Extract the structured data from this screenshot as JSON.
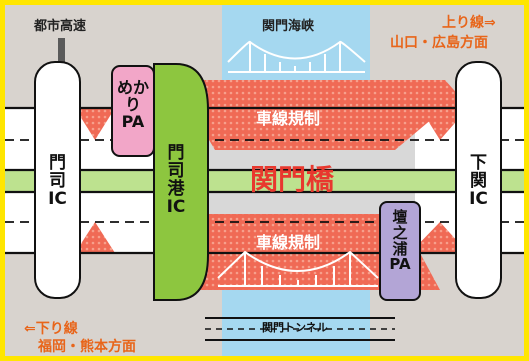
{
  "title": {
    "text": "関門橋",
    "color": "#E8382E"
  },
  "labels": {
    "urban_expressway": "都市高速",
    "strait": "関門海峡",
    "tunnel": "関門トンネル",
    "restriction_top": "車線規制",
    "restriction_bottom": "車線規制"
  },
  "directions": {
    "up_line": "上り線⇒",
    "up_dest": "山口・広島方面",
    "down_line": "⇐下り線",
    "down_dest": "福岡・熊本方面",
    "color": "#E8651A"
  },
  "interchanges": [
    {
      "id": "moji-ic",
      "lines": [
        "門",
        "司",
        "IC"
      ]
    },
    {
      "id": "mojiko-ic",
      "lines": [
        "門",
        "司",
        "港",
        "IC"
      ]
    },
    {
      "id": "shimonoseki-ic",
      "lines": [
        "下",
        "関",
        "IC"
      ]
    }
  ],
  "parking_areas": [
    {
      "id": "mekari-pa",
      "lines": [
        "めか",
        "り",
        "PA"
      ]
    },
    {
      "id": "dannoura-pa",
      "lines": [
        "壇",
        "之",
        "浦",
        "PA"
      ]
    }
  ],
  "colors": {
    "frame": "#FFE600",
    "ground": "#D8D3CE",
    "sea": "#A5D8F0",
    "road": "#FFFFFF",
    "median": "#BDE28F",
    "restriction": "#F06A55",
    "mekari_pa": "#F2A6C8",
    "mojiko_ic": "#8DC63F",
    "dannoura_pa": "#B3A5D6",
    "bridge_section": "#D8D8D8"
  }
}
